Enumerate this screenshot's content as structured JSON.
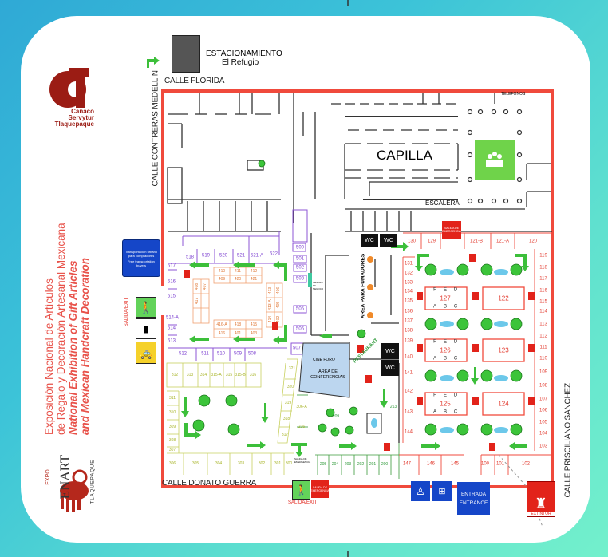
{
  "header": {
    "parking_title": "ESTACIONAMIENTO",
    "parking_name": "El Refugio",
    "logo_text": [
      "Canaco",
      "Servytur",
      "Tlaquepaque"
    ]
  },
  "streets": {
    "north": "CALLE FLORIDA",
    "west": "CALLE CONTRERAS MEDELLIN",
    "south": "CALLE DONATO GUERRA",
    "east": "CALLE PRISCILIANO SANCHEZ"
  },
  "event_title": {
    "es_line1": "Exposición Nacional de Artículos",
    "es_line2": "de Regalo y Decoración Artesanal Mexicana",
    "en_line1": "National Exhibition of Gift Articles",
    "en_line2": "and Mexican Handcraft Decoration"
  },
  "brand": {
    "expo": "EXPO",
    "name": "ENART",
    "city": "TLAQUEPAQUE"
  },
  "areas": {
    "chapel": "CAPILLA",
    "stairs": "ESCALERA",
    "phones": "TELEFONOS",
    "wc": "WC",
    "smoking": "AREA PARA FUMADORES",
    "restaurant": "RESTAURANT",
    "cinema": "CINE FORO",
    "conference": "AREA DE CONFERENCIAS",
    "info_center": "CENTRO DE NEGOCIOS",
    "emergency_exit": "SALIDA DE EMERGENCIA"
  },
  "signs": {
    "exit": "SALIDA/EXIT",
    "entrance_line1": "ENTRADA",
    "entrance_line2": "ENTRANCE",
    "extinguisher": "EXTINTOR",
    "transport": "Transportación urbano para compradores",
    "transport_en": "Free transportation buyers"
  },
  "booths": {
    "b500": [
      "518",
      "519",
      "520",
      "521",
      "521-A",
      "522",
      "517",
      "516",
      "515",
      "514-A",
      "514",
      "513",
      "512",
      "511",
      "510",
      "509",
      "508",
      "500",
      "501",
      "502",
      "503",
      "505",
      "506",
      "507"
    ],
    "b400": [
      "410",
      "411",
      "412",
      "409",
      "420",
      "421",
      "416-A",
      "418",
      "415",
      "416",
      "401",
      "403",
      "408",
      "407",
      "417",
      "413",
      "413-A",
      "414",
      "406",
      "405",
      "402"
    ],
    "b300": [
      "312",
      "313",
      "314",
      "315-A",
      "315",
      "315-B",
      "316",
      "311",
      "310",
      "309",
      "308",
      "307",
      "306",
      "305",
      "304",
      "303",
      "302",
      "301",
      "300",
      "321",
      "320",
      "319",
      "318",
      "317",
      "306-A",
      "216"
    ],
    "b200": [
      "209",
      "213",
      "205",
      "204",
      "203",
      "202",
      "201",
      "200"
    ],
    "b100": [
      "130",
      "129",
      "121-B",
      "121-A",
      "120",
      "119",
      "118",
      "117",
      "116",
      "115",
      "114",
      "113",
      "112",
      "111",
      "110",
      "109",
      "108",
      "107",
      "106",
      "105",
      "104",
      "103",
      "131",
      "132",
      "133",
      "134",
      "135",
      "136",
      "137",
      "138",
      "139",
      "140",
      "141",
      "142",
      "143",
      "144",
      "147",
      "146",
      "145",
      "100",
      "101",
      "102"
    ],
    "blocks": [
      "127",
      "122",
      "126",
      "123",
      "125",
      "124"
    ],
    "block_letters": [
      "A",
      "B",
      "C",
      "D",
      "E",
      "F"
    ]
  },
  "colors": {
    "wall_red": "#f04a3c",
    "arrow_green": "#3cbf3a",
    "sign_blue": "#1546c8",
    "exit_green": "#63d35a"
  }
}
